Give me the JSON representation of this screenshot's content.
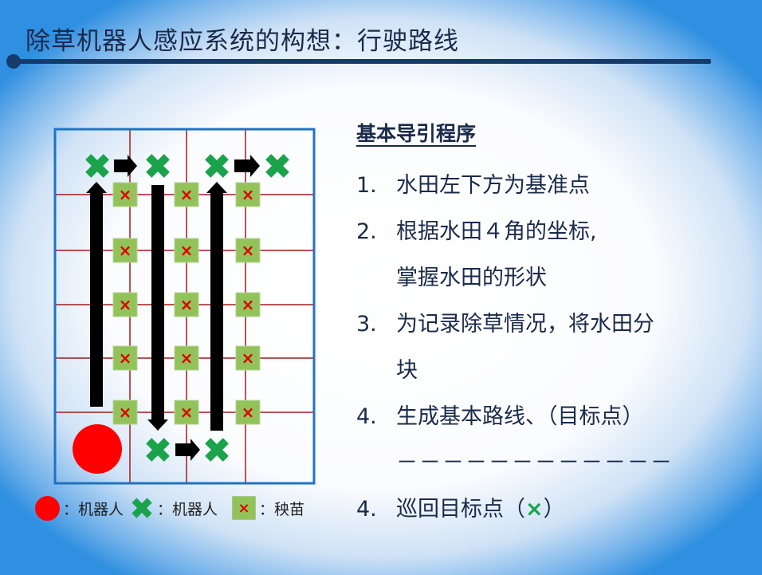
{
  "title": "除草机器人感应系统的构想：行驶路线",
  "legend": {
    "robot_label": "：机器人",
    "target_label": "：机器人",
    "seedling_label": "：秧苗",
    "seedling_mark": "×"
  },
  "panel": {
    "heading": "基本导引程序",
    "items": [
      {
        "num": "1.",
        "text": "水田左下方为基准点"
      },
      {
        "num": "2.",
        "text": "根据水田４角的坐标,",
        "cont": "掌握水田的形状"
      },
      {
        "num": "3.",
        "text": "为记录除草情况，将水田分",
        "cont": "块"
      },
      {
        "num": "4.",
        "text": "生成基本路线、（目标点）"
      }
    ],
    "dashes": "－－－－－－－－－－－－",
    "last": {
      "num": "4.",
      "text_before": "巡回目标点（",
      "mark": "×",
      "text_after": "）"
    }
  },
  "diagram": {
    "seedling_mark": "×",
    "colors": {
      "border": "#1f73c2",
      "grid": "#a01c1c",
      "seedling_fill": "#92c35a",
      "seedling_mark": "#e00000",
      "target": "#1aa34a",
      "robot": "#ff0000",
      "arrow": "#000000"
    }
  }
}
